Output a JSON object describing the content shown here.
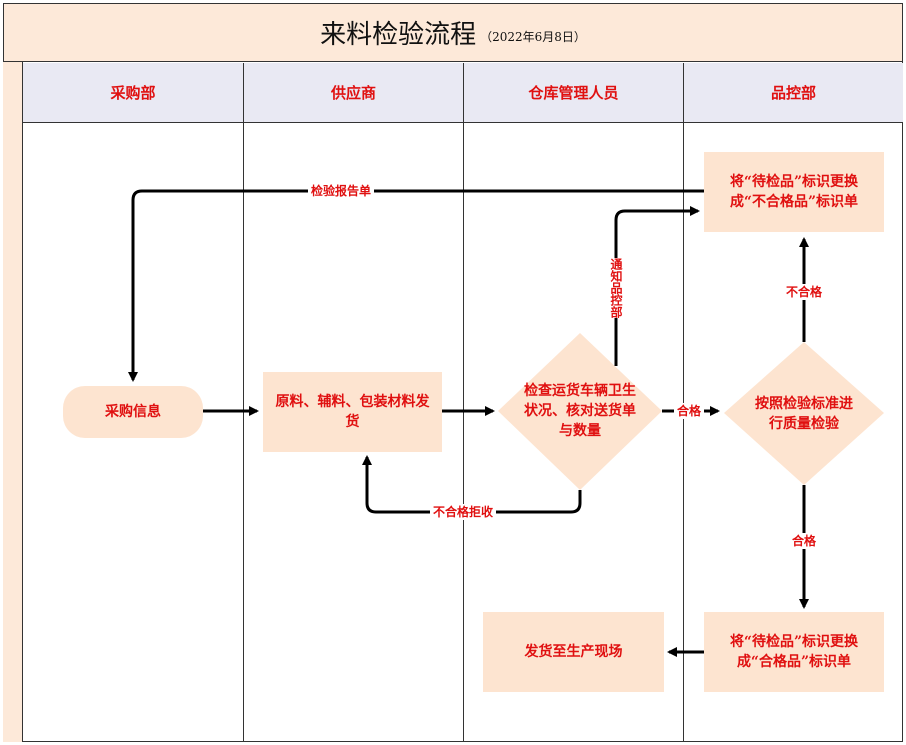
{
  "title": {
    "main": "来料检验流程",
    "date": "（2022年6月8日）"
  },
  "lanes": [
    {
      "label": "采购部"
    },
    {
      "label": "供应商"
    },
    {
      "label": "仓库管理人员"
    },
    {
      "label": "品控部"
    }
  ],
  "nodes": {
    "purchase_info": "采购信息",
    "ship_materials": "原料、辅料、包装材料发货",
    "check_vehicle": "检查运货车辆卫生状况、核对送货单与数量",
    "quality_inspect": "按照检验标准进行质量检验",
    "label_unqualified": "将“待检品”标识更换成“不合格品”标识单",
    "label_qualified": "将“待检品”标识更换成“合格品”标识单",
    "ship_to_site": "发货至生产现场"
  },
  "edge_labels": {
    "report": "检验报告单",
    "notify_qc": "通知品控部",
    "pass_1": "合格",
    "reject": "不合格拒收",
    "fail": "不合格",
    "pass_2": "合格"
  }
}
